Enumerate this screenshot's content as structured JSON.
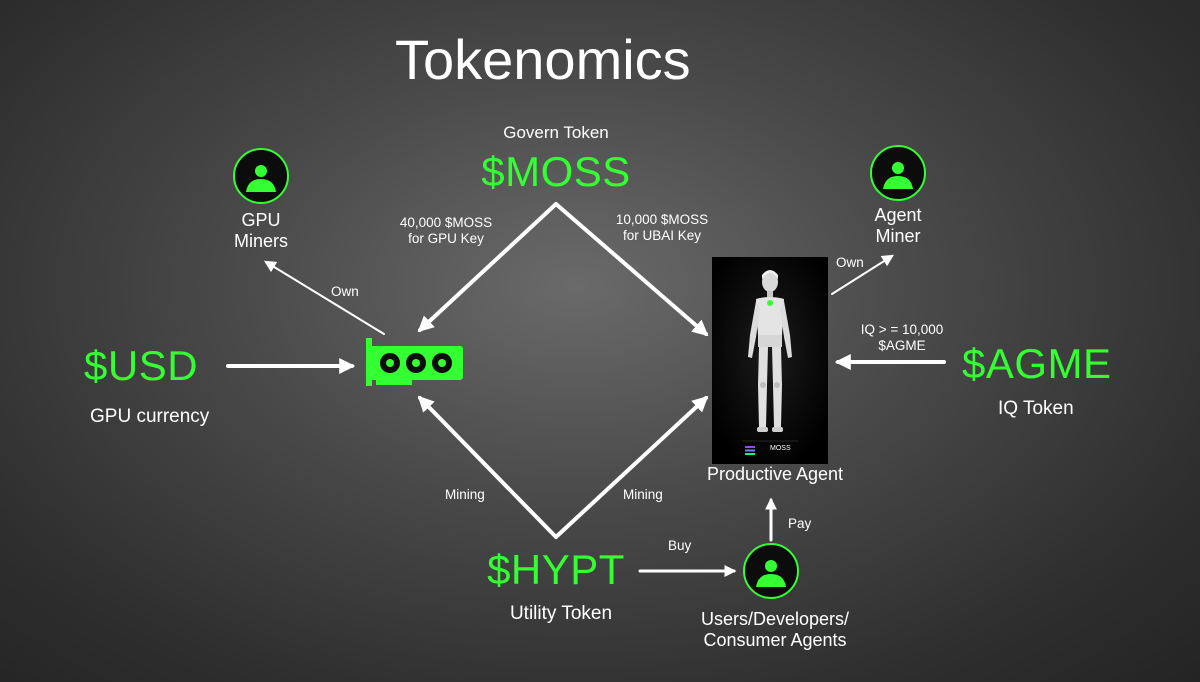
{
  "title": "Tokenomics",
  "tokens": {
    "moss": {
      "symbol": "$MOSS",
      "caption": "Govern Token"
    },
    "usd": {
      "symbol": "$USD",
      "caption": "GPU currency"
    },
    "agme": {
      "symbol": "$AGME",
      "caption": "IQ Token"
    },
    "hypt": {
      "symbol": "$HYPT",
      "caption": "Utility Token"
    }
  },
  "actors": {
    "gpu_miners": "GPU\nMiners",
    "agent_miner": "Agent\nMiner",
    "users": "Users/Developers/\nConsumer Agents",
    "productive_agent": "Productive Agent"
  },
  "edges": {
    "moss_to_gpu": "40,000 $MOSS\nfor GPU Key",
    "moss_to_agent": "10,000 $MOSS\nfor UBAI Key",
    "gpu_own": "Own",
    "agent_own": "Own",
    "agme_to_agent": "IQ > = 10,000\n$AGME",
    "hypt_mining_left": "Mining",
    "hypt_mining_right": "Mining",
    "hypt_buy": "Buy",
    "users_pay": "Pay"
  },
  "agent_card": {
    "brand": "MOSS"
  },
  "colors": {
    "accent": "#33ff33",
    "background": "#3a3a3a",
    "text": "#ffffff"
  }
}
